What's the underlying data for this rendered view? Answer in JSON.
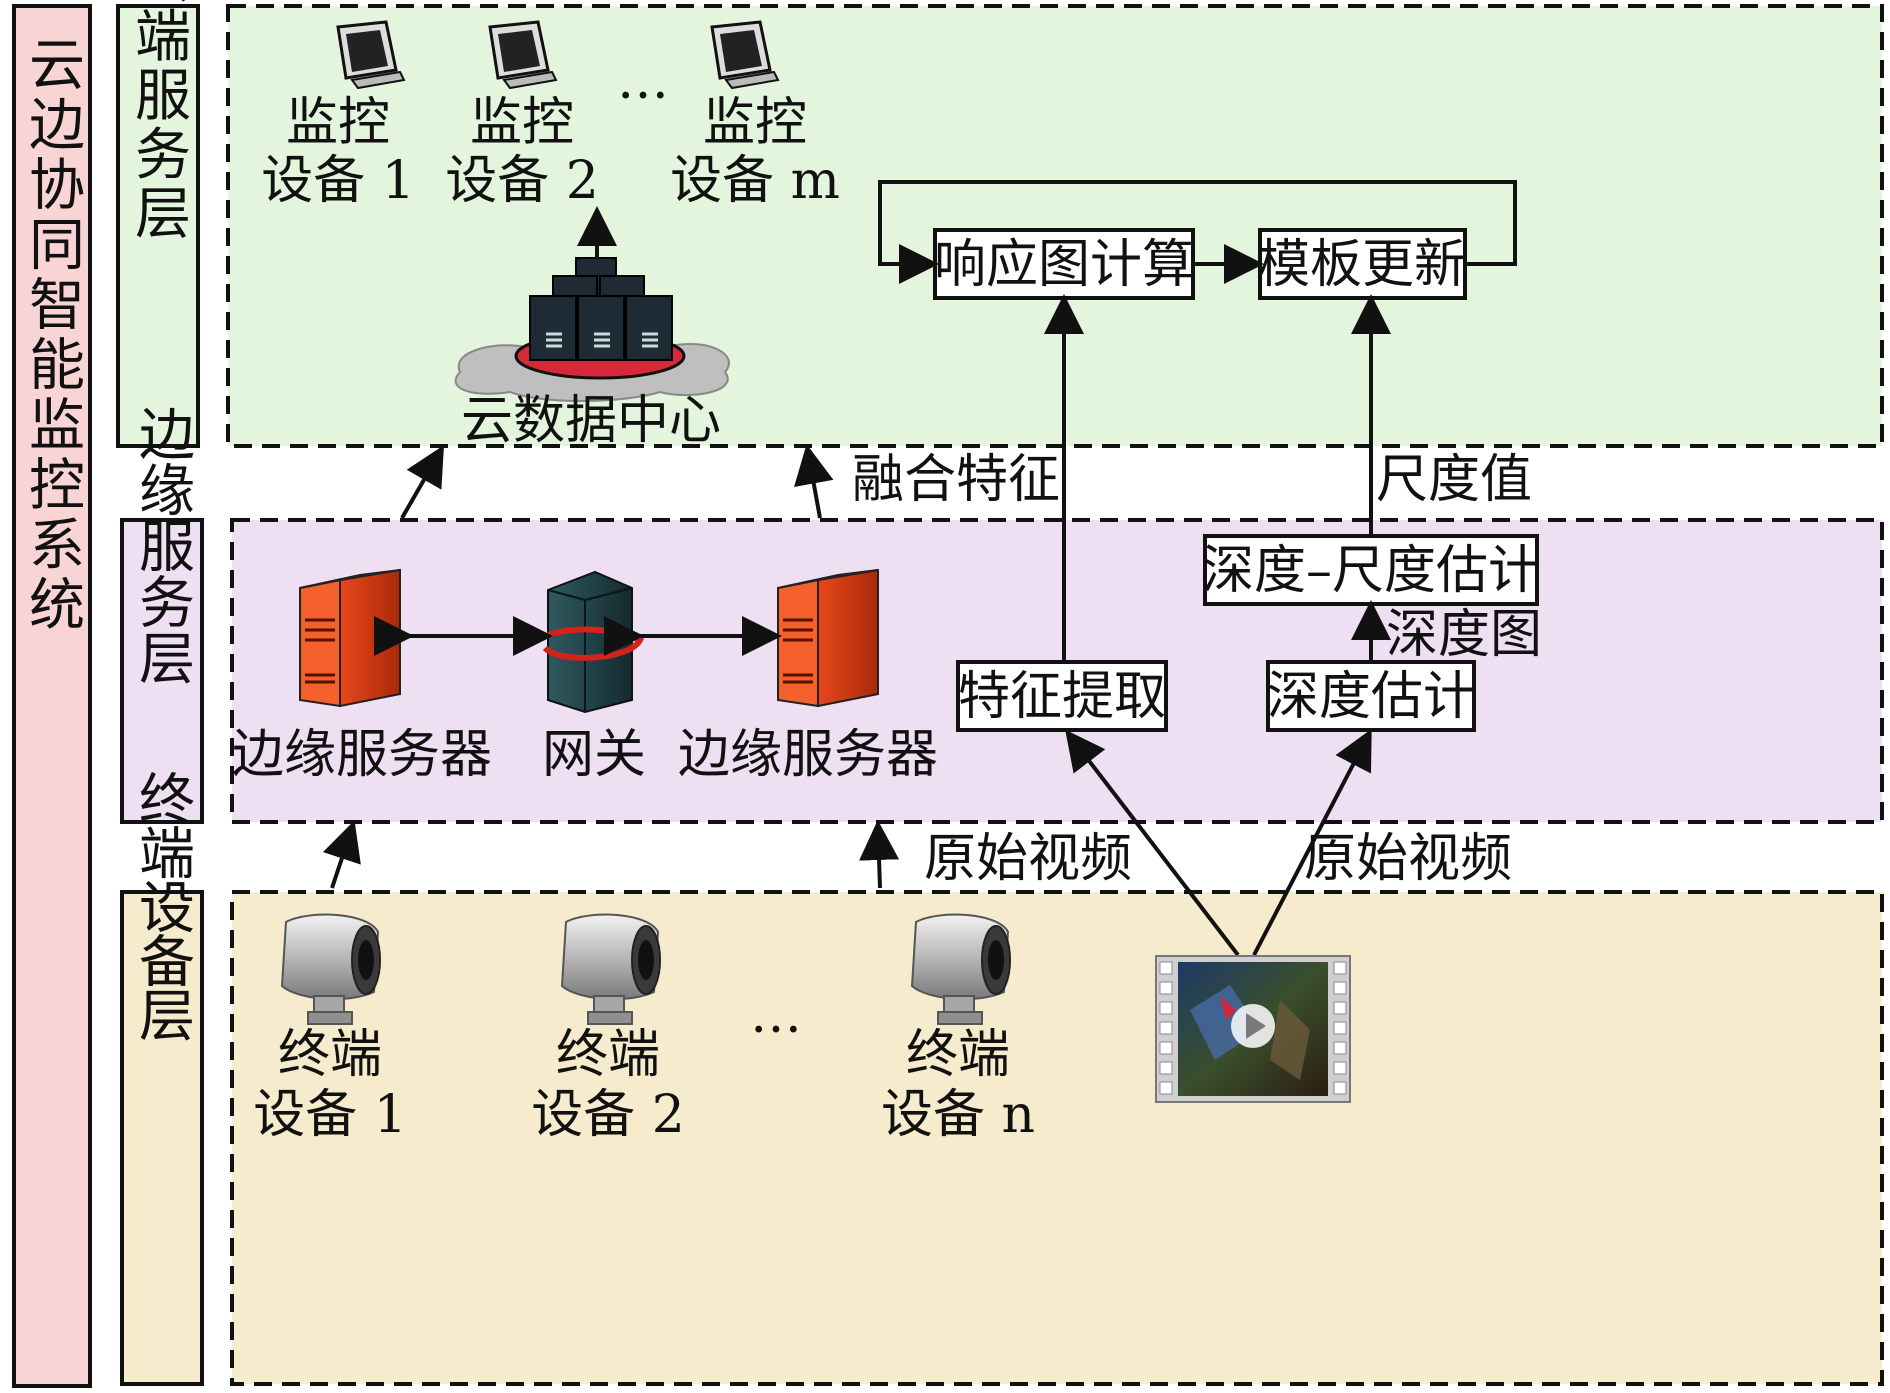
{
  "system_title": "云边协同智能监控系统",
  "layers": {
    "cloud": {
      "label": "云端服务层",
      "color": "#e3f5dc"
    },
    "edge": {
      "label": "边缘服务层",
      "color": "#efdff2"
    },
    "terminal": {
      "label": "终端设备层",
      "color": "#f6ebcc"
    }
  },
  "cloud": {
    "monitors": [
      {
        "line1": "监控",
        "line2": "设备 1"
      },
      {
        "line1": "监控",
        "line2": "设备 2"
      },
      {
        "line1": "监控",
        "line2": "设备 m"
      }
    ],
    "ellipsis": "…",
    "datacenter_label": "云数据中心",
    "response_box": "响应图计算",
    "template_box": "模板更新"
  },
  "edge": {
    "server_left": "边缘服务器",
    "gateway": "网关",
    "server_right": "边缘服务器",
    "feature_box": "特征提取",
    "depth_box": "深度估计",
    "depth_scale_box": "深度–尺度估计",
    "depth_map_label": "深度图"
  },
  "flow_labels": {
    "fused_features": "融合特征",
    "scale_value": "尺度值",
    "raw_video_1": "原始视频",
    "raw_video_2": "原始视频"
  },
  "terminal": {
    "devices": [
      {
        "line1": "终端",
        "line2": "设备 1"
      },
      {
        "line1": "终端",
        "line2": "设备 2"
      },
      {
        "line1": "终端",
        "line2": "设备 n"
      }
    ],
    "ellipsis": "…"
  },
  "icons": {
    "monitor": "monitor-icon",
    "server_rack": "server-rack-icon",
    "edge_server": "edge-server-icon",
    "gateway": "gateway-icon",
    "camera": "cctv-camera-icon",
    "video": "video-film-icon"
  }
}
